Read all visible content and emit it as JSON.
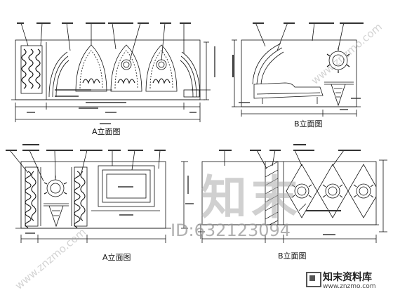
{
  "captions": {
    "top_left": "A立面图",
    "top_right": "B立面图",
    "bottom_left": "A立面图",
    "bottom_right": "B立面图"
  },
  "watermark": {
    "chars": "知末",
    "id": "ID:632123094",
    "diagonal": "www.znzmo.com"
  },
  "logo": {
    "name": "知末资料库",
    "url": "www.znzmo.com"
  }
}
